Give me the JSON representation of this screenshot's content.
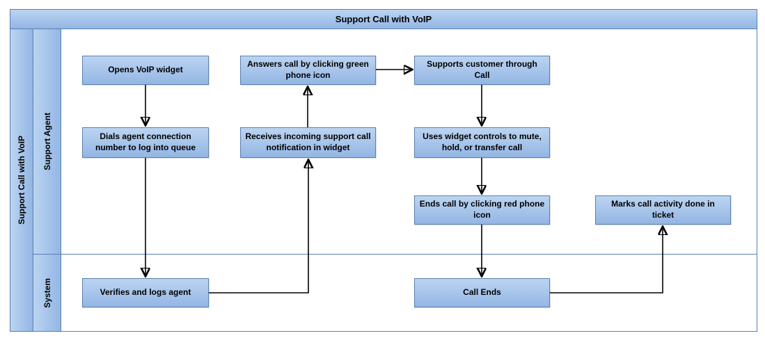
{
  "title": "Support Call with VoIP",
  "pool": {
    "label": "Support Call with VoIP"
  },
  "lanes": {
    "agent": {
      "label": "Support Agent"
    },
    "system": {
      "label": "System"
    }
  },
  "nodes": {
    "opens": {
      "label": "Opens VoIP widget",
      "lane": "Support Agent"
    },
    "dials": {
      "label": "Dials agent connection number to log into queue",
      "lane": "Support Agent"
    },
    "answers": {
      "label": "Answers call by clicking green phone icon",
      "lane": "Support Agent"
    },
    "receives": {
      "label": "Receives incoming support call notification in widget",
      "lane": "Support Agent"
    },
    "supports": {
      "label": "Supports customer through Call",
      "lane": "Support Agent"
    },
    "uses": {
      "label": "Uses widget controls to mute, hold, or transfer call",
      "lane": "Support Agent"
    },
    "ends_call": {
      "label": "Ends call by clicking red phone icon",
      "lane": "Support Agent"
    },
    "marks": {
      "label": "Marks call activity done in ticket",
      "lane": "Support Agent"
    },
    "verifies": {
      "label": "Verifies and logs agent",
      "lane": "System"
    },
    "call_ends": {
      "label": "Call Ends",
      "lane": "System"
    }
  },
  "edges": [
    {
      "from": "opens",
      "to": "dials"
    },
    {
      "from": "dials",
      "to": "verifies"
    },
    {
      "from": "verifies",
      "to": "receives"
    },
    {
      "from": "receives",
      "to": "answers"
    },
    {
      "from": "answers",
      "to": "supports"
    },
    {
      "from": "supports",
      "to": "uses"
    },
    {
      "from": "uses",
      "to": "ends_call"
    },
    {
      "from": "ends_call",
      "to": "call_ends"
    },
    {
      "from": "call_ends",
      "to": "marks"
    }
  ],
  "colors": {
    "node_fill_top": "#bcd4f1",
    "node_fill_bottom": "#93b6e4",
    "border": "#5a7fb2",
    "arrow": "#000000"
  }
}
